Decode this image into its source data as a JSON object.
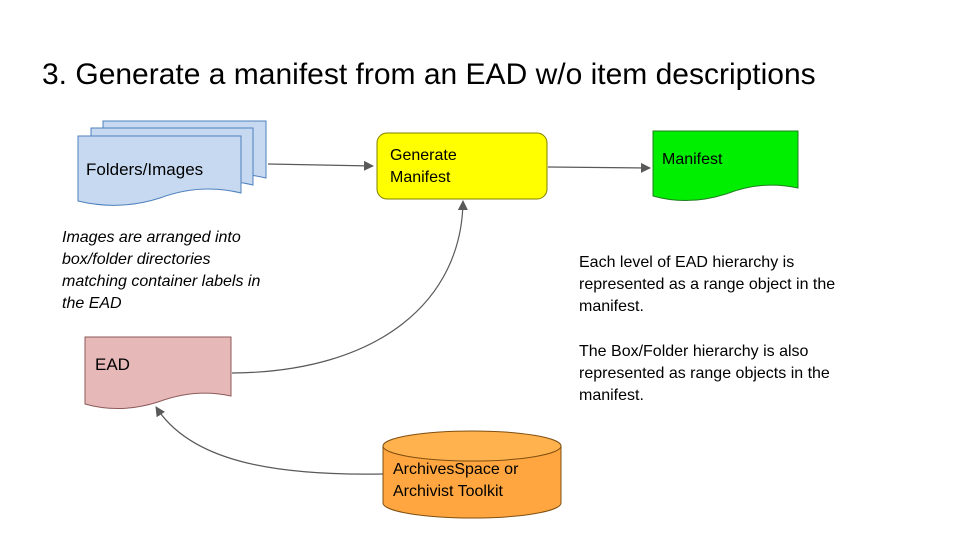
{
  "slide": {
    "title": "3. Generate a manifest from an EAD w/o item descriptions"
  },
  "nodes": {
    "folders": {
      "label": "Folders/Images",
      "color": "#c6d9f1"
    },
    "generate": {
      "line1": "Generate",
      "line2": "Manifest",
      "color": "#ffff00"
    },
    "manifest": {
      "label": "Manifest",
      "color": "#00ee00"
    },
    "ead": {
      "label": "EAD",
      "color": "#e6b9b8"
    },
    "archives": {
      "line1": "ArchivesSpace or",
      "line2": "Archivist Toolkit",
      "color": "#ffa640"
    }
  },
  "notes": {
    "images": [
      "Images are arranged into",
      "box/folder directories",
      "matching container labels in",
      "the EAD"
    ],
    "ead_levels": [
      "Each level of EAD hierarchy is",
      "represented as a range object in the",
      "manifest."
    ],
    "box_folder": [
      "The Box/Folder hierarchy is also",
      "represented as range objects in the",
      "manifest."
    ]
  }
}
